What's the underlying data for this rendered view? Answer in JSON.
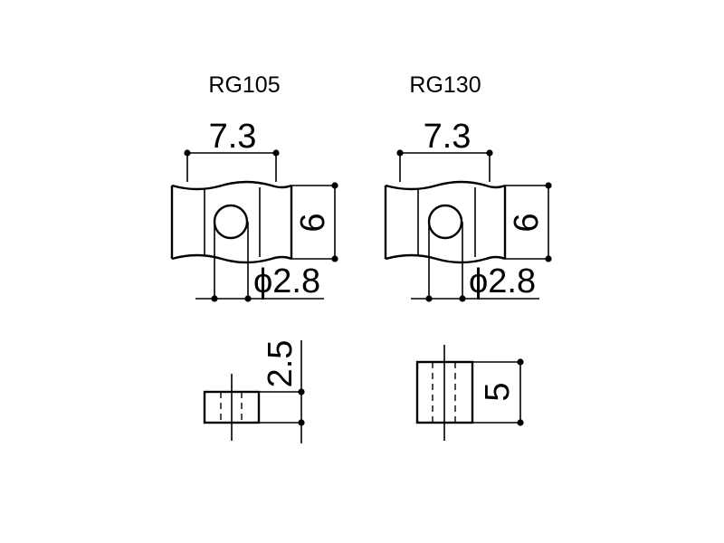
{
  "parts": [
    {
      "model": "RG105",
      "width_dim": "7.3",
      "height_dim": "6",
      "hole_dim": "ϕ2.8",
      "thickness_dim": "2.5"
    },
    {
      "model": "RG130",
      "width_dim": "7.3",
      "height_dim": "6",
      "hole_dim": "ϕ2.8",
      "thickness_dim": "5"
    }
  ],
  "colors": {
    "line": "#000000",
    "background": "#ffffff"
  }
}
